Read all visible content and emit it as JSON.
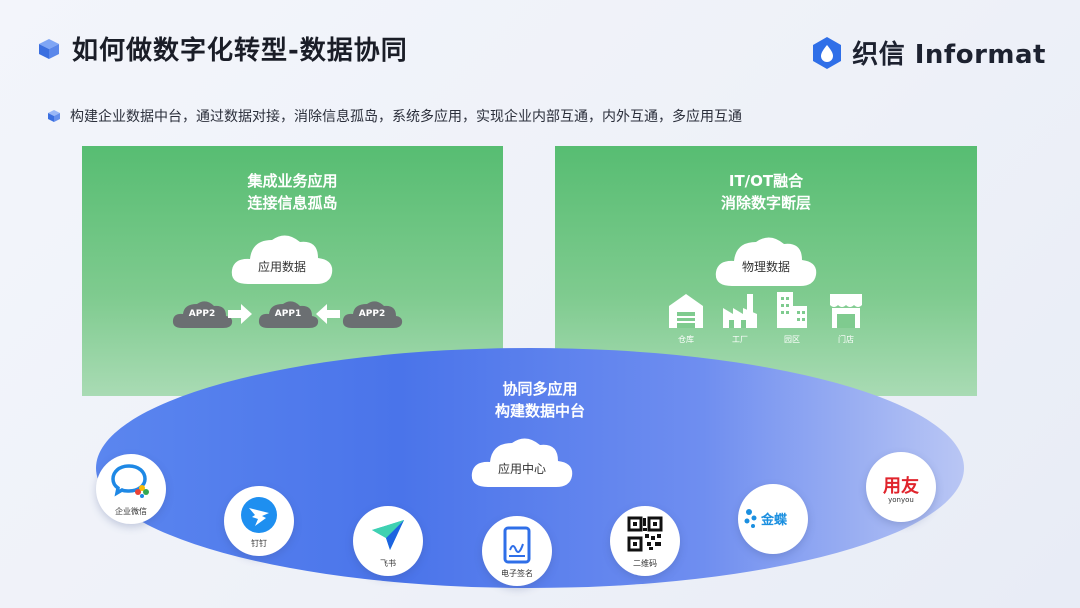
{
  "header": {
    "title": "如何做数字化转型-数据协同",
    "brand": "织信 Informat",
    "subtitle": "构建企业数据中台，通过数据对接，消除信息孤岛，系统多应用，实现企业内部互通，内外互通，多应用互通"
  },
  "left_panel": {
    "title_line1": "集成业务应用",
    "title_line2": "连接信息孤岛",
    "cloud_label": "应用数据",
    "apps": [
      "APP2",
      "APP1",
      "APP2"
    ]
  },
  "right_panel": {
    "title_line1": "IT/OT融合",
    "title_line2": "消除数字断层",
    "cloud_label": "物理数据",
    "buildings": [
      {
        "label": "仓库",
        "icon": "warehouse-icon"
      },
      {
        "label": "工厂",
        "icon": "factory-icon"
      },
      {
        "label": "园区",
        "icon": "campus-icon"
      },
      {
        "label": "门店",
        "icon": "store-icon"
      }
    ]
  },
  "center": {
    "title_line1": "协同多应用",
    "title_line2": "构建数据中台",
    "cloud_label": "应用中心"
  },
  "integrations": [
    {
      "label": "企业微信",
      "icon": "wecom-icon"
    },
    {
      "label": "钉钉",
      "icon": "dingtalk-icon"
    },
    {
      "label": "飞书",
      "icon": "feishu-icon"
    },
    {
      "label": "电子签名",
      "icon": "esign-icon"
    },
    {
      "label": "二维码",
      "icon": "qrcode-icon"
    },
    {
      "label": "金蝶",
      "icon": "kingdee-icon"
    },
    {
      "label": "用友",
      "sublabel": "yonyou",
      "icon": "yonyou-icon"
    }
  ],
  "colors": {
    "green_top": "#57bd72",
    "blue_main": "#4a74ea",
    "brand_blue": "#2f6fe8"
  }
}
